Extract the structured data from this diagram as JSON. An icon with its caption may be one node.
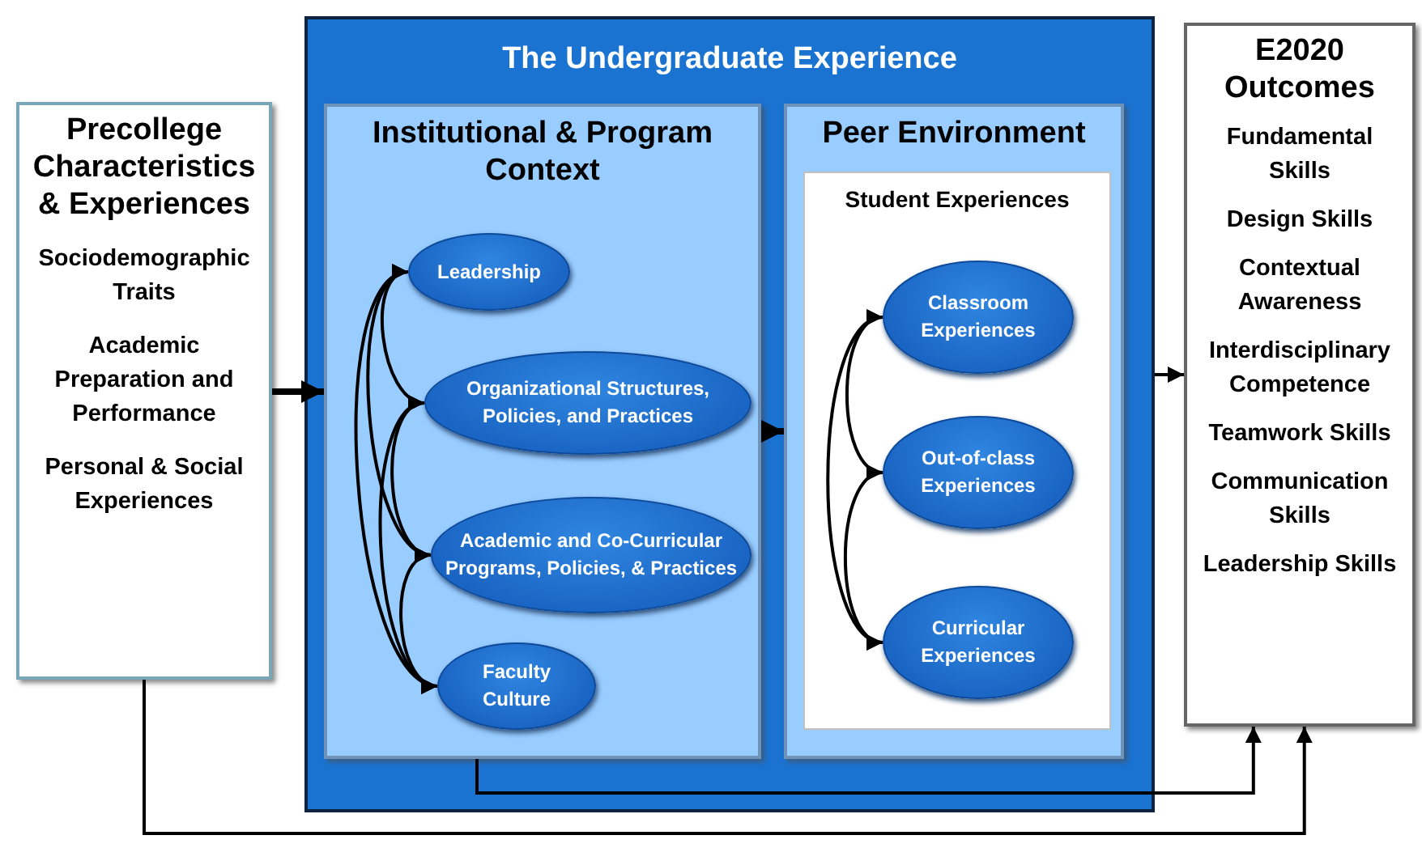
{
  "diagram": {
    "nodes": [
      {
        "text": [
          "Precollege Characteristics & Experiences",
          "Sociodemographic Traits",
          "Academic Preparation and Performance",
          "Personal & Social Experiences"
        ]
      },
      {
        "text": [
          "The Undergraduate Experience"
        ]
      },
      {
        "text": [
          "Institutional & Program Context"
        ],
        "in": 1
      },
      {
        "text": [
          "Leadership"
        ],
        "in": 2
      },
      {
        "text": [
          "Organizational Structures, Policies, and Practices"
        ],
        "in": 2
      },
      {
        "text": [
          "Academic and Co-Curricular Programs, Policies, & Practices"
        ],
        "in": 2
      },
      {
        "text": [
          "Faculty Culture"
        ],
        "in": 2
      },
      {
        "text": [
          "Peer Environment"
        ],
        "in": 1
      },
      {
        "text": [
          "Student Experiences"
        ],
        "in": 7
      },
      {
        "text": [
          "Classroom Experiences"
        ],
        "in": 8
      },
      {
        "text": [
          "Out-of-class Experiences"
        ],
        "in": 8
      },
      {
        "text": [
          "Curricular Experiences"
        ],
        "in": 8
      },
      {
        "text": [
          "E2020 Outcomes",
          "Fundamental Skills",
          "Design Skills",
          "Contextual Awareness",
          "Interdisciplinary Competence",
          "Teamwork Skills",
          "Communication Skills",
          "Leadership Skills"
        ]
      }
    ],
    "edges": [
      {
        "from": 0,
        "to": 2,
        "arrow": "to",
        "style": "thick"
      },
      {
        "from": 2,
        "to": 7,
        "arrow": "to",
        "style": "thick"
      },
      {
        "from": 1,
        "to": 12,
        "arrow": "to"
      },
      {
        "from": 2,
        "to": 12,
        "arrow": "to"
      },
      {
        "from": 0,
        "to": 12,
        "arrow": "to"
      },
      {
        "from": 3,
        "to": 4,
        "arrow": "both"
      },
      {
        "from": 3,
        "to": 5,
        "arrow": "both"
      },
      {
        "from": 3,
        "to": 6,
        "arrow": "both"
      },
      {
        "from": 4,
        "to": 5,
        "arrow": "both"
      },
      {
        "from": 4,
        "to": 6,
        "arrow": "both"
      },
      {
        "from": 5,
        "to": 6,
        "arrow": "both"
      },
      {
        "from": 9,
        "to": 10,
        "arrow": "both"
      },
      {
        "from": 9,
        "to": 11,
        "arrow": "both"
      },
      {
        "from": 10,
        "to": 11,
        "arrow": "both"
      }
    ]
  }
}
